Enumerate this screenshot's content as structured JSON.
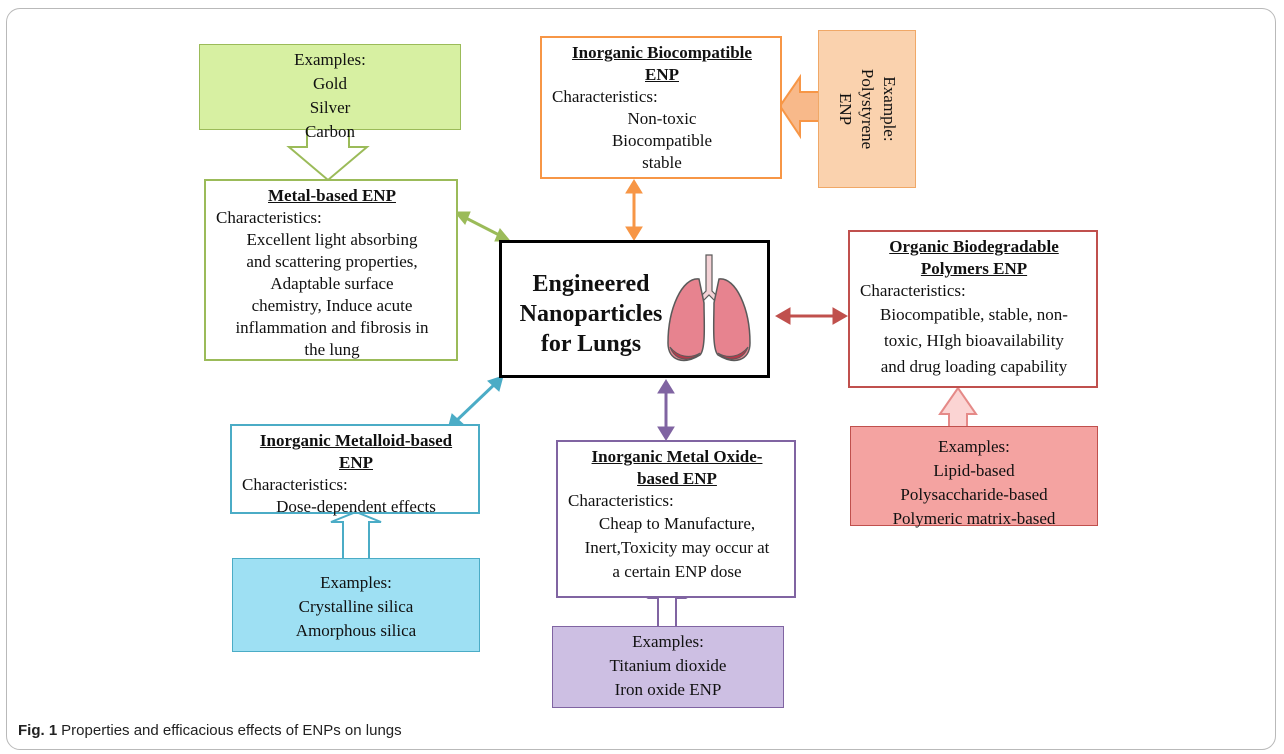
{
  "center": {
    "line1": "Engineered",
    "line2": "Nanoparticles",
    "line3": "for Lungs",
    "icon": "lungs-icon"
  },
  "metal_examples": {
    "heading": "Examples:",
    "items": [
      "Gold",
      "Silver",
      "Carbon"
    ]
  },
  "metal": {
    "title": "Metal-based ENP",
    "characteristics_label": "Characteristics:",
    "lines": [
      "Excellent light absorbing",
      "and scattering properties,",
      "Adaptable surface",
      "chemistry, Induce acute",
      "inflammation and fibrosis in",
      "the lung"
    ]
  },
  "inorganic_bio": {
    "title_line1": "Inorganic Biocompatible",
    "title_line2": "ENP",
    "characteristics_label": "Characteristics:",
    "lines": [
      "Non-toxic",
      "Biocompatible",
      "stable"
    ]
  },
  "polystyrene_example": {
    "heading": "Example:",
    "lines": [
      "Polystyrene",
      "ENP"
    ]
  },
  "organic": {
    "title_line1": "Organic Biodegradable",
    "title_line2": "Polymers ENP",
    "characteristics_label": "Characteristics:",
    "lines": [
      "Biocompatible, stable, non-",
      "toxic, HIgh bioavailability",
      "and drug loading capability"
    ]
  },
  "organic_examples": {
    "heading": "Examples:",
    "items": [
      "Lipid-based",
      "Polysaccharide-based",
      "Polymeric matrix-based"
    ]
  },
  "metalloid": {
    "title_line1": "Inorganic Metalloid-based",
    "title_line2": "ENP",
    "characteristics_label": "Characteristics:",
    "lines": [
      "Dose-dependent effects"
    ]
  },
  "metalloid_examples": {
    "heading": "Examples:",
    "items": [
      "Crystalline silica",
      "Amorphous silica"
    ]
  },
  "metal_oxide": {
    "title_line1": "Inorganic Metal Oxide-",
    "title_line2": "based ENP",
    "characteristics_label": "Characteristics:",
    "lines": [
      "Cheap to Manufacture,",
      "Inert,Toxicity may occur at",
      "a certain ENP dose"
    ]
  },
  "metal_oxide_examples": {
    "heading": "Examples:",
    "items": [
      "Titanium dioxide",
      "Iron oxide ENP"
    ]
  },
  "caption": {
    "label": "Fig. 1",
    "text": "Properties and efficacious effects of ENPs on lungs"
  },
  "colors": {
    "green": "#9bbb59",
    "green_fill": "#d7f0a2",
    "orange": "#f79646",
    "orange_fill": "#fad2ae",
    "red": "#c0504d",
    "red_fill": "#f4a3a1",
    "teal": "#4bacc6",
    "teal_fill": "#9ee0f3",
    "purple": "#8064a2",
    "purple_fill": "#cdbfe3"
  }
}
